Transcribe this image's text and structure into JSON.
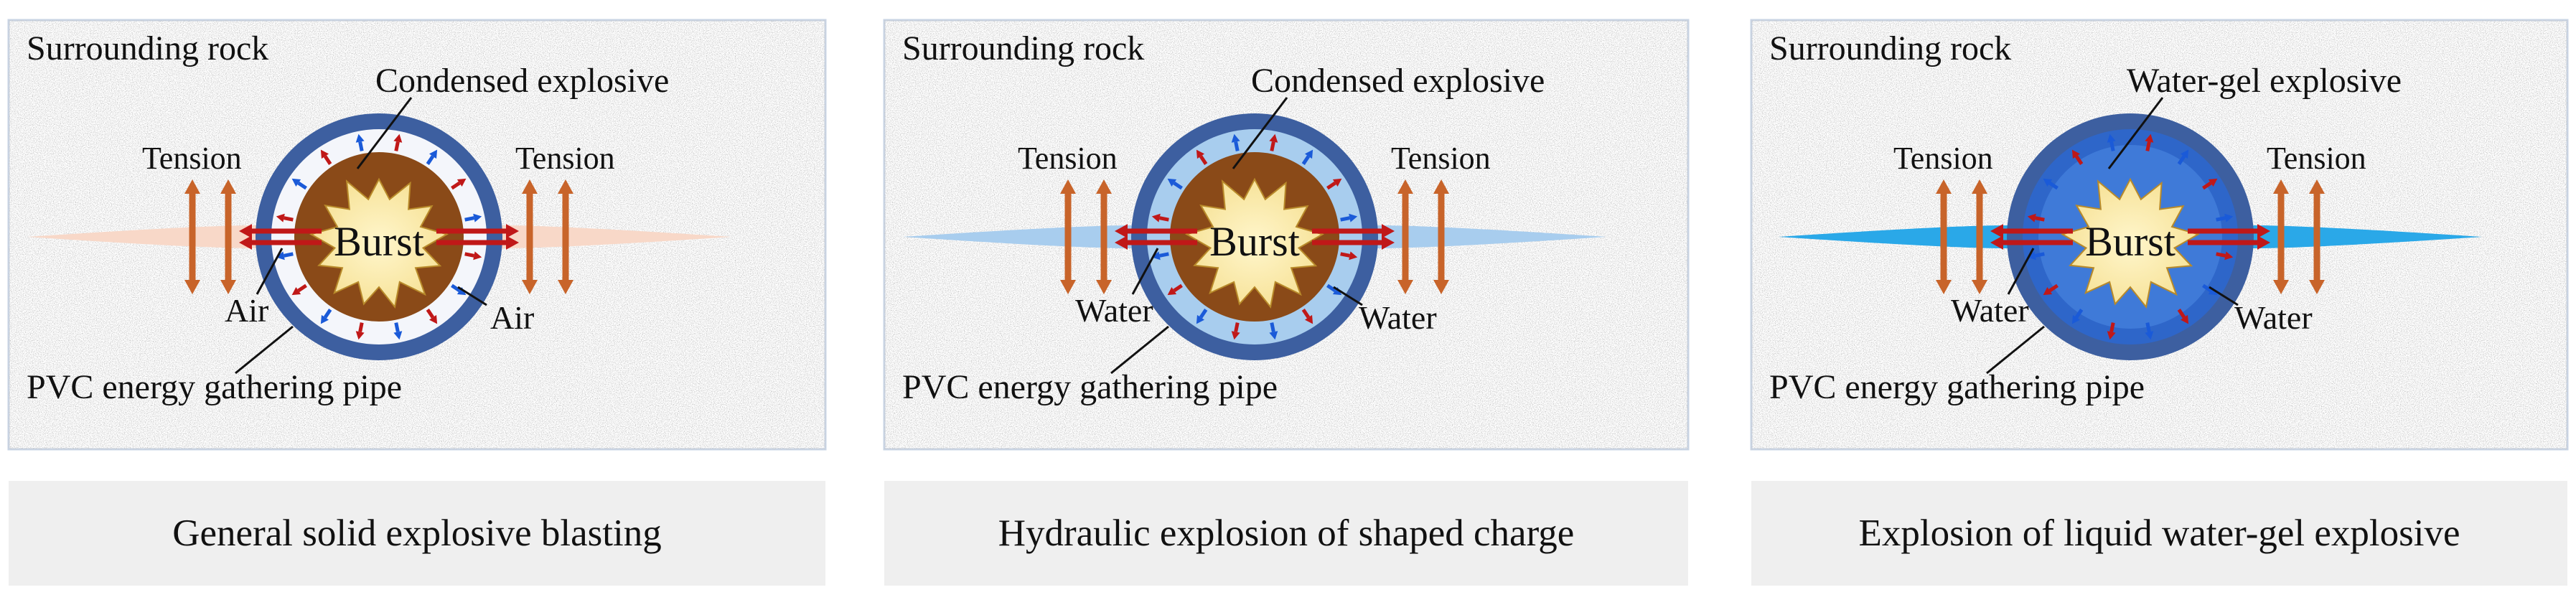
{
  "panels": [
    {
      "id": "solid",
      "rock_label": "Surrounding rock",
      "explosive_label": "Condensed explosive",
      "core_label": "Burst",
      "tension_label": "Tension",
      "medium_label": "Air",
      "pipe_label": "PVC energy gathering pipe",
      "caption": "General solid explosive blasting",
      "colors": {
        "medium": "#f8d8c8",
        "fill": "#8a4a18",
        "ring": "#3d5fa0"
      }
    },
    {
      "id": "hydraulic",
      "rock_label": "Surrounding rock",
      "explosive_label": "Condensed explosive",
      "core_label": "Burst",
      "tension_label": "Tension",
      "medium_label": "Water",
      "pipe_label": "PVC energy gathering pipe",
      "caption": "Hydraulic explosion of shaped charge",
      "colors": {
        "medium": "#a8cdee",
        "fill": "#8a4a18",
        "ring": "#3d5fa0"
      }
    },
    {
      "id": "water-gel",
      "rock_label": "Surrounding rock",
      "explosive_label": "Water-gel explosive",
      "core_label": "Burst",
      "tension_label": "Tension",
      "medium_label": "Water",
      "pipe_label": "PVC energy gathering pipe",
      "caption": "Explosion of liquid water-gel explosive",
      "colors": {
        "medium": "#2aa8e8",
        "fill": "#3f7ad8",
        "ring": "#3d5fa0"
      }
    }
  ],
  "colors": {
    "tension_arrow": "#c8642a",
    "red_arrow": "#c01818",
    "blue_arrow": "#1a5ad8",
    "burst_fill": "#fbeeb0",
    "caption_bg": "#efefef"
  }
}
